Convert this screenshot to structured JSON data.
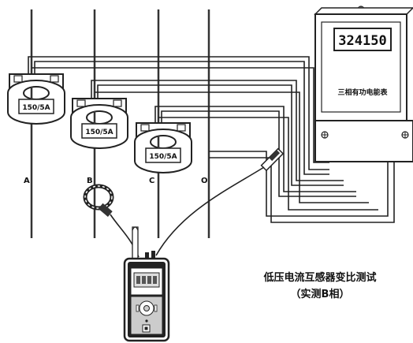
{
  "meter": {
    "reading": "324150",
    "label": "三相有功电能表"
  },
  "transformers": [
    {
      "ratio": "150/5A"
    },
    {
      "ratio": "150/5A"
    },
    {
      "ratio": "150/5A"
    }
  ],
  "phases": [
    "A",
    "B",
    "C",
    "O"
  ],
  "caption": {
    "title": "低压电流互感器变比测试",
    "subtitle": "（实测B相）"
  }
}
